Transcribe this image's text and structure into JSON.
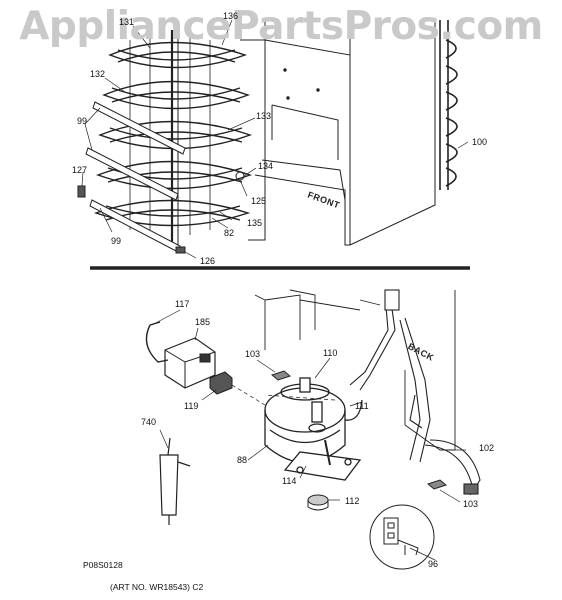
{
  "watermark": "AppliancePartsPros.com",
  "labels": {
    "p131": "131",
    "p136": "136",
    "p132": "132",
    "p133": "133",
    "p100": "100",
    "p99a": "99",
    "p127": "127",
    "p134": "134",
    "p125": "125",
    "p135": "135",
    "p82": "82",
    "p99b": "99",
    "p126": "126",
    "p117": "117",
    "p185": "185",
    "p103a": "103",
    "p110": "110",
    "p119": "119",
    "p111": "111",
    "p740": "740",
    "p88": "88",
    "p114": "114",
    "p112": "112",
    "p102": "102",
    "p103b": "103",
    "p96": "96"
  },
  "front_text": "FRONT",
  "back_text": "BACK",
  "diagram_code": "P08S0128",
  "art_no": "(ART NO. WR18543) C2"
}
